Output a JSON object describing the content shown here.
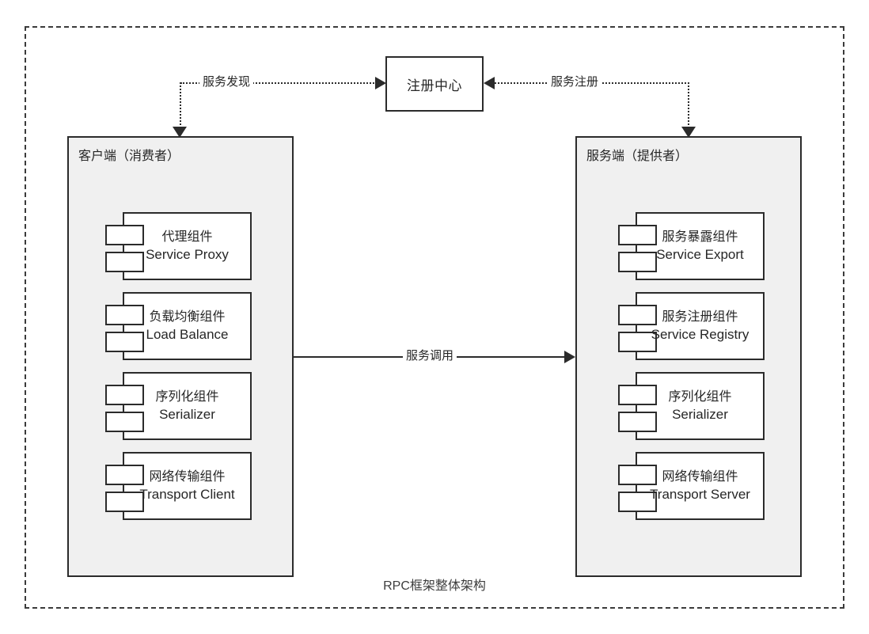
{
  "diagram": {
    "caption": "RPC框架整体架构",
    "registry": {
      "label": "注册中心"
    },
    "panels": [
      {
        "id": "client",
        "title": "客户端（消费者）",
        "components": [
          {
            "cn": "代理组件",
            "en": "Service Proxy"
          },
          {
            "cn": "负载均衡组件",
            "en": "Load Balance"
          },
          {
            "cn": "序列化组件",
            "en": "Serializer"
          },
          {
            "cn": "网络传输组件",
            "en": "Transport Client"
          }
        ]
      },
      {
        "id": "server",
        "title": "服务端（提供者）",
        "components": [
          {
            "cn": "服务暴露组件",
            "en": "Service Export"
          },
          {
            "cn": "服务注册组件",
            "en": "Service Registry"
          },
          {
            "cn": "序列化组件",
            "en": "Serializer"
          },
          {
            "cn": "网络传输组件",
            "en": "Transport Server"
          }
        ]
      }
    ],
    "edges": {
      "discovery_label": "服务发现",
      "register_label": "服务注册",
      "call_label": "服务调用"
    },
    "colors": {
      "stroke": "#2b2b2b",
      "panel_fill": "#f0f0f0",
      "component_fill": "#ffffff",
      "background": "#ffffff",
      "text": "#262626"
    }
  }
}
